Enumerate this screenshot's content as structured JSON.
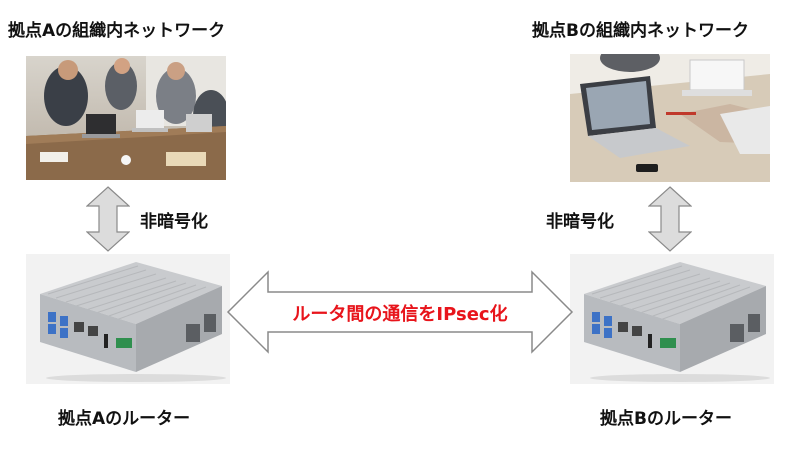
{
  "site_a": {
    "network_title": "拠点Aの組織内ネットワーク",
    "link_label": "非暗号化",
    "router_label": "拠点Aのルーター"
  },
  "site_b": {
    "network_title": "拠点Bの組織内ネットワーク",
    "link_label": "非暗号化",
    "router_label": "拠点Bのルーター"
  },
  "center_link": {
    "label": "ルータ間の通信をIPsec化",
    "color": "#e8141b"
  },
  "arrow_fill": "#dcdcdc",
  "arrow_stroke": "#8a8a8a"
}
